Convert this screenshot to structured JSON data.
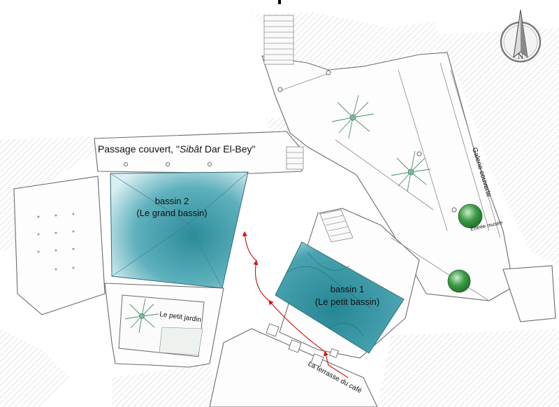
{
  "labels": {
    "passage_prefix": "Passage couvert, \"",
    "passage_italic": "Sibât",
    "passage_suffix": " Dar El-Bey\"",
    "basin2_line1": "bassin 2",
    "basin2_line2": "(Le grand bassin)",
    "basin1_line1": "bassin 1",
    "basin1_line2": "(Le petit bassin)",
    "galerie": "Galerie couverte",
    "entree": "Entrée musée",
    "petit_jardin": "Le petit jardin",
    "terrasse": "La terrasse du café"
  },
  "compass": {
    "letter": "N"
  },
  "colors": {
    "water_light": "#cfe9ee",
    "water_dark": "#2a8a97",
    "path_arrow": "#cc1a1a",
    "tree": "#2f8f3a"
  }
}
